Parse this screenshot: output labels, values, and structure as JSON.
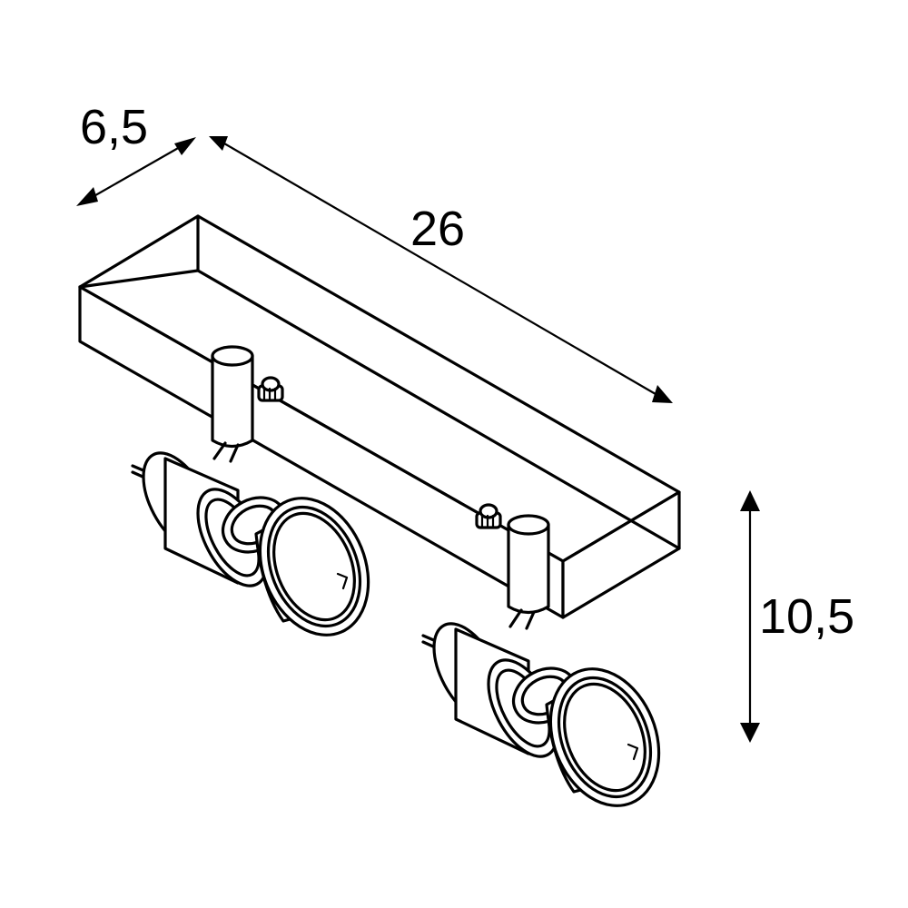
{
  "dimensions": {
    "depth": "6,5",
    "length": "26",
    "height": "10,5"
  },
  "colors": {
    "line": "#000000",
    "background": "#ffffff"
  }
}
